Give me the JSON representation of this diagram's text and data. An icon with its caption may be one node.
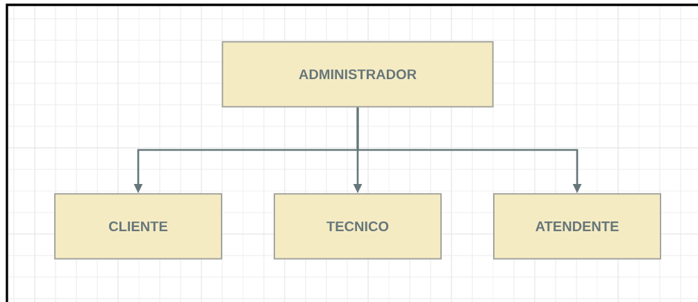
{
  "diagram": {
    "nodes": [
      {
        "text": [
          "ADMINISTRADOR"
        ]
      },
      {
        "text": [
          "CLIENTE"
        ]
      },
      {
        "text": [
          "TECNICO"
        ]
      },
      {
        "text": [
          "ATENDENTE"
        ]
      }
    ],
    "edges": [
      {
        "from": 0,
        "to": 1,
        "arrow": "to"
      },
      {
        "from": 0,
        "to": 2,
        "arrow": "to"
      },
      {
        "from": 0,
        "to": 3,
        "arrow": "to"
      }
    ]
  }
}
